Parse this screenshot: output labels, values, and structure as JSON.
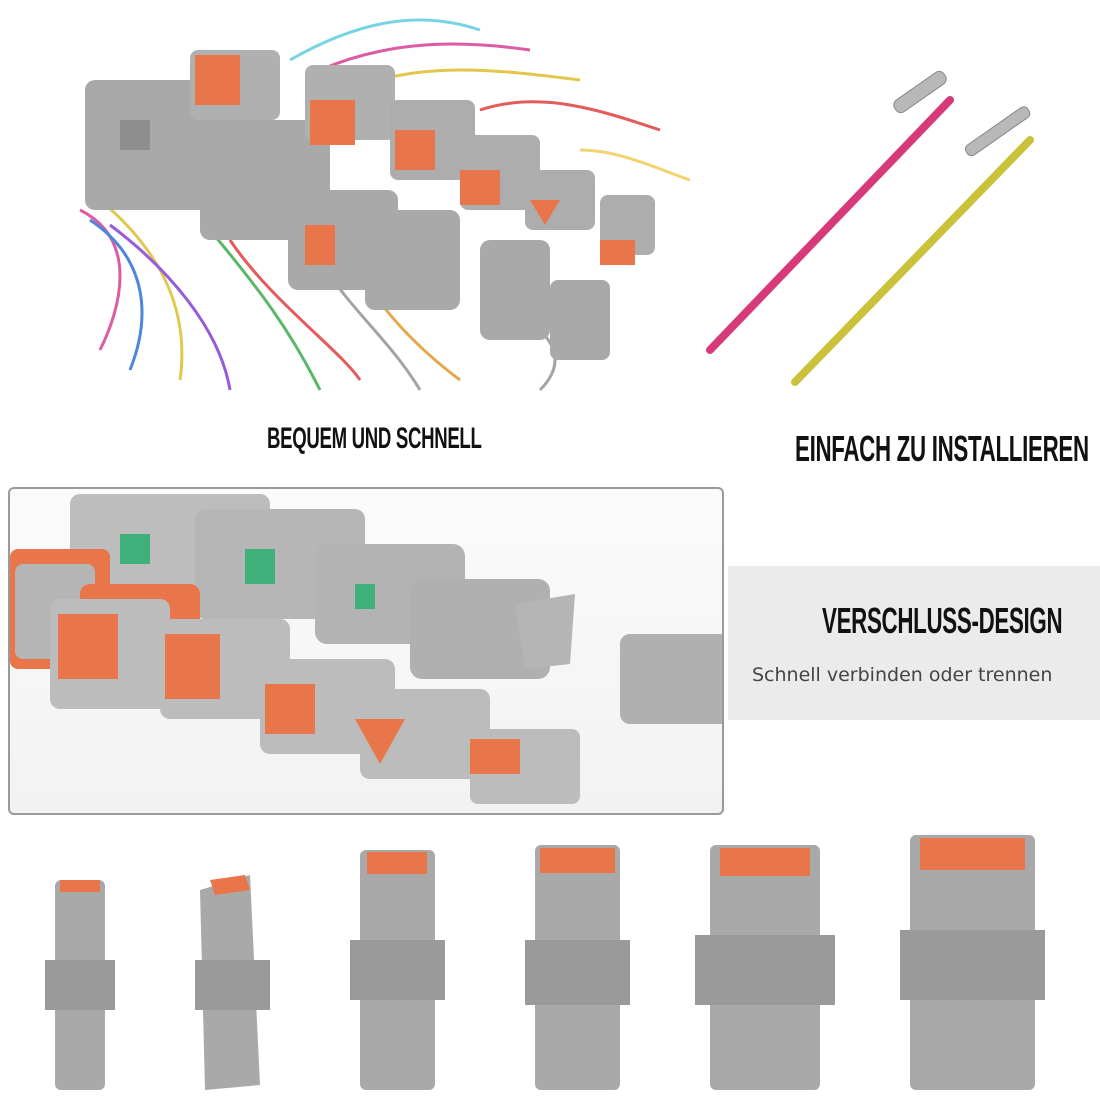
{
  "captions": {
    "top_left": "BEQUEM UND SCHNELL",
    "top_right": "EINFACH ZU INSTALLIEREN",
    "middle_title": "VERSCHLUSS-DESIGN",
    "middle_subtitle": "Schnell verbinden oder trennen"
  },
  "colors": {
    "connector_gray": "#a9a9a9",
    "seal_orange": "#e8764a",
    "pin_slot": "#c24a2a",
    "lock_green": "#3fb07a",
    "tube_pink": "#d63a7a",
    "tube_yellow": "#c9c23a"
  },
  "images": {
    "top_left": "connectors-with-wires-photo",
    "top_right": "crimp-terminals-and-heat-shrink-photo",
    "middle": "connector-set-closeup-photo",
    "bottom": "male-connectors-row-photo"
  }
}
